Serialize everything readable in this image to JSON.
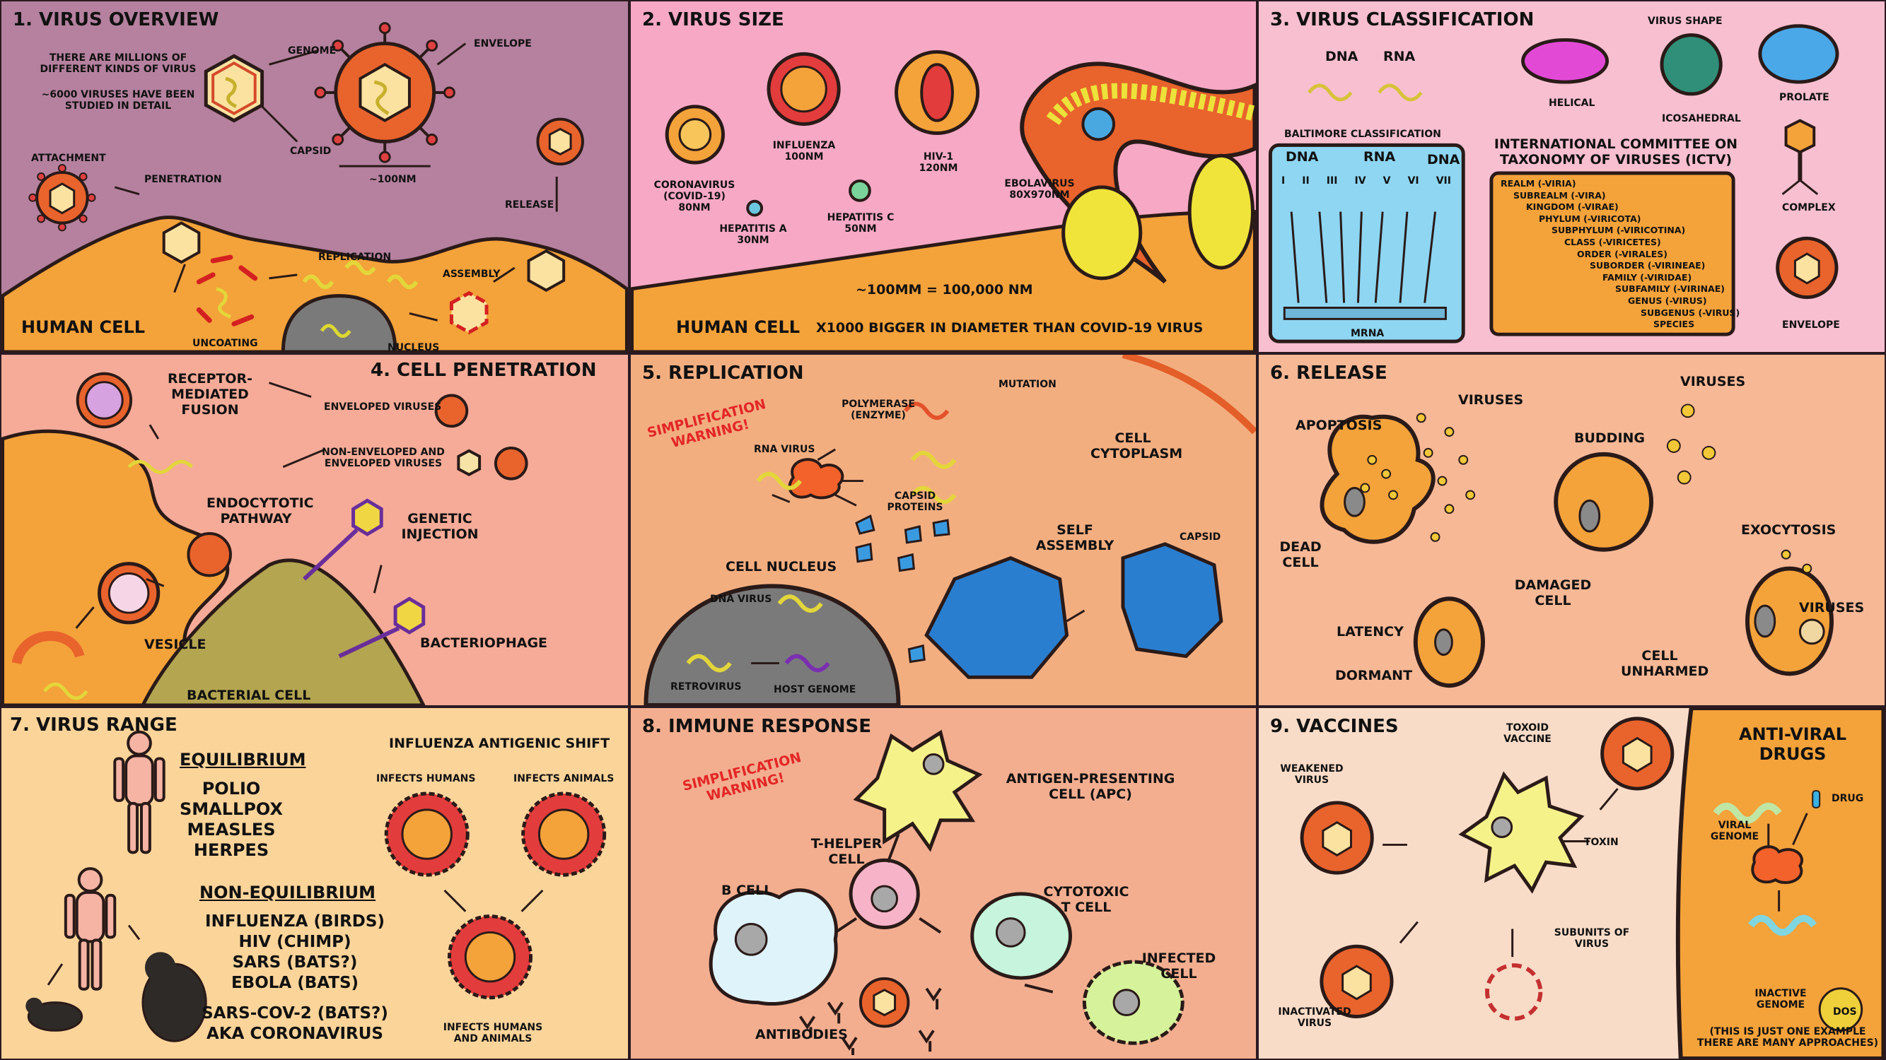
{
  "panels": {
    "p1": {
      "title": "1. VIRUS OVERVIEW",
      "intro1": "THERE ARE MILLIONS OF DIFFERENT KINDS OF VIRUS",
      "intro2": "~6000 VIRUSES HAVE BEEN STUDIED IN DETAIL",
      "genome": "GENOME",
      "envelope": "ENVELOPE",
      "capsid": "CAPSID",
      "size": "~100nm",
      "attachment": "ATTACHMENT",
      "penetration": "PENETRATION",
      "replication": "REPLICATION",
      "assembly": "ASSEMBLY",
      "release": "RELEASE",
      "uncoating": "UNCOATING",
      "nucleus": "NUCLEUS",
      "human_cell": "HUMAN CELL"
    },
    "p2": {
      "title": "2. VIRUS SIZE",
      "corona": "CORONAVIRUS (COVID-19) 80nm",
      "influenza": "INFLUENZA 100nm",
      "hiv": "HIV-1 120nm",
      "hepa": "HEPATITIS A 30nm",
      "hepc": "HEPATITIS C 50nm",
      "ebola": "EBOLAVIRUS 80x970nm",
      "scale": "~100μm = 100,000 nm",
      "human_cell": "HUMAN CELL",
      "compare": "x1000 BIGGER IN DIAMETER THAN COVID-19 VIRUS"
    },
    "p3": {
      "title": "3. VIRUS CLASSIFICATION",
      "dna": "DNA",
      "rna": "RNA",
      "virus_shape": "VIRUS SHAPE",
      "helical": "HELICAL",
      "icosahedral": "ICOSAHEDRAL",
      "prolate": "PROLATE",
      "complex": "COMPLEX",
      "envelope": "ENVELOPE",
      "baltimore": "BALTIMORE CLASSIFICATION",
      "b_dna": "DNA",
      "b_rna": "RNA",
      "b_dna2": "DNA",
      "groups": [
        "I",
        "II",
        "III",
        "IV",
        "V",
        "VI",
        "VII"
      ],
      "mrna": "mRNA",
      "ictv": "INTERNATIONAL COMMITTEE ON TAXONOMY OF VIRUSES (ICTV)",
      "ranks": [
        "REALM (-VIRIA)",
        "SUBREALM (-VIRA)",
        "KINGDOM (-VIRAE)",
        "PHYLUM (-VIRICOTA)",
        "SUBPHYLUM (-VIRICOTINA)",
        "CLASS (-VIRICETES)",
        "ORDER (-VIRALES)",
        "SUBORDER (-VIRINEAE)",
        "FAMILY (-VIRIDAE)",
        "SUBFAMILY (-VIRINAE)",
        "GENUS (-VIRUS)",
        "SUBGENUS (-VIRUS)",
        "SPECIES"
      ]
    },
    "p4": {
      "title": "4. CELL PENETRATION",
      "receptor": "RECEPTOR-MEDIATED FUSION",
      "enveloped": "ENVELOPED VIRUSES",
      "nonenv": "NON-ENVELOPED AND ENVELOPED VIRUSES",
      "endocytotic": "ENDOCYTOTIC PATHWAY",
      "genetic": "GENETIC INJECTION",
      "vesicle": "VESICLE",
      "bacteriophage": "BACTERIOPHAGE",
      "bacterial": "BACTERIAL CELL"
    },
    "p5": {
      "title": "5. REPLICATION",
      "warning": "SIMPLIFICATION WARNING!",
      "polymerase": "POLYMERASE (ENZYME)",
      "mutation": "MUTATION",
      "rna_virus": "RNA VIRUS",
      "capsid_proteins": "CAPSID PROTEINS",
      "cytoplasm": "CELL CYTOPLASM",
      "self_assembly": "SELF ASSEMBLY",
      "capsid": "CAPSID",
      "nucleus": "CELL NUCLEUS",
      "dna_virus": "DNA VIRUS",
      "retrovirus": "RETROVIRUS",
      "host_genome": "HOST GENOME"
    },
    "p6": {
      "title": "6. RELEASE",
      "viruses1": "VIRUSES",
      "viruses2": "VIRUSES",
      "viruses3": "VIRUSES",
      "apoptosis": "APOPTOSIS",
      "budding": "BUDDING",
      "exocytosis": "EXOCYTOSIS",
      "dead_cell": "DEAD CELL",
      "damaged_cell": "DAMAGED CELL",
      "latency": "LATENCY",
      "dormant": "DORMANT",
      "unharmed": "CELL UNHARMED"
    },
    "p7": {
      "title": "7. VIRUS RANGE",
      "equilibrium": "EQUILIBRIUM",
      "eq_list": [
        "POLIO",
        "SMALLPOX",
        "MEASLES",
        "HERPES"
      ],
      "nonequilibrium": "NON-EQUILIBRIUM",
      "neq_list": [
        "INFLUENZA (BIRDS)",
        "HIV (CHIMP)",
        "SARS (BATS?)",
        "EBOLA (BATS)",
        "SARS-COV-2 (BATS?)",
        "AKA CORONAVIRUS"
      ],
      "antigenic": "INFLUENZA ANTIGENIC SHIFT",
      "infects_humans": "INFECTS HUMANS",
      "infects_animals": "INFECTS ANIMALS",
      "infects_both": "INFECTS HUMANS AND ANIMALS"
    },
    "p8": {
      "title": "8. IMMUNE RESPONSE",
      "warning": "SIMPLIFICATION WARNING!",
      "apc": "ANTIGEN-PRESENTING CELL (APC)",
      "thelper": "T-HELPER CELL",
      "bcell": "B CELL",
      "cytotoxic": "CYTOTOXIC T CELL",
      "infected": "INFECTED CELL",
      "antibodies": "ANTIBODIES"
    },
    "p9": {
      "title": "9. VACCINES",
      "weakened": "WEAKENED VIRUS",
      "toxoid": "TOXOID VACCINE",
      "toxin": "TOXIN",
      "subunits": "SUBUNITS OF VIRUS",
      "inactivated": "INACTIVATED VIRUS",
      "antiviral": "ANTI-VIRAL DRUGS",
      "viral_genome": "VIRAL GENOME",
      "drug": "DRUG",
      "inactive": "INACTIVE GENOME",
      "note": "(THIS IS JUST ONE EXAMPLE THERE ARE MANY APPROACHES)",
      "logo": "DOS"
    }
  },
  "colors": {
    "p1": "#b5819f",
    "p2": "#f6a8c4",
    "p3": "#f7bfd0",
    "p4": "#f5ab98",
    "p5": "#f3ae80",
    "p6": "#f7b896",
    "p7": "#fbd49a",
    "p8": "#f3ae90",
    "p9": "#f9dcc8",
    "cell_orange": "#f4a23a",
    "outline": "#2a1a18",
    "warning_red": "#e32626",
    "baltimore_blue": "#8ed6f2",
    "ictv_orange": "#f4a23a"
  }
}
